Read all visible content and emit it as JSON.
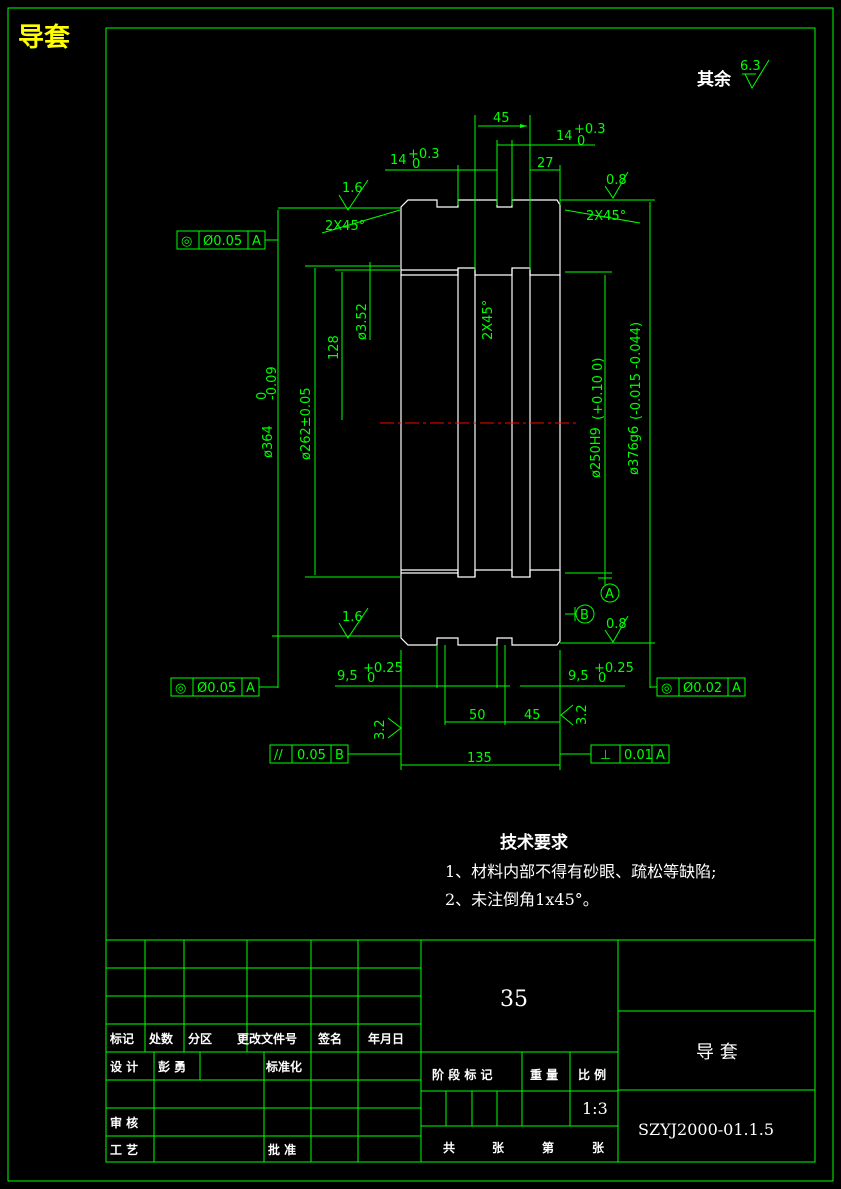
{
  "corner_title": "导套",
  "surface_finish": {
    "label": "其余",
    "value": "6.3"
  },
  "dims": {
    "d45_top": "45",
    "d14_left": "14",
    "d14_left_tol": "+0.3",
    "d14_left_tol2": "0",
    "d14_right": "14",
    "d14_right_tol": "+0.3",
    "d14_right_tol2": "0",
    "d27": "27",
    "rough_top_left": "1.6",
    "rough_top_right": "0.8",
    "chamfer_left": "2X45°",
    "chamfer_right": "2X45°",
    "chamfer_mid": "2X45°",
    "d128": "128",
    "d3_52": "ø3.52",
    "d364": "ø364",
    "d364_tol": "-0.09",
    "d364_tol2": "0",
    "d262": "ø262±0.05",
    "d250": "ø250H9",
    "d250_tol": "(+0.10 0)",
    "d376": "ø376g6",
    "d376_tol": "(-0.015 -0.044)",
    "rough_bot_left": "1.6",
    "rough_bot_right": "0.8",
    "d9_5_left": "9,5",
    "d9_5_left_tol": "+0.25",
    "d9_5_left_tol2": "0",
    "d9_5_right": "9,5",
    "d9_5_right_tol": "+0.25",
    "d9_5_right_tol2": "0",
    "d50": "50",
    "d45_bot": "45",
    "d135": "135",
    "rough_side_left": "3.2",
    "rough_side_right": "3.2",
    "datum_a": "A",
    "datum_b": "B"
  },
  "tolerance_frames": {
    "top_left": {
      "symbol": "◎",
      "value": "Ø0.05",
      "datum": "A"
    },
    "bot_left": {
      "symbol": "◎",
      "value": "Ø0.05",
      "datum": "A"
    },
    "bot_right": {
      "symbol": "◎",
      "value": "Ø0.02",
      "datum": "A"
    },
    "parallel": {
      "symbol": "//",
      "value": "0.05",
      "datum": "B"
    },
    "perpendicular": {
      "symbol": "⊥",
      "value": "0.01",
      "datum": "A"
    }
  },
  "tech_req": {
    "title": "技术要求",
    "items": [
      "1、材料内部不得有砂眼、疏松等缺陷;",
      "2、未注倒角1x45°。"
    ]
  },
  "title_block": {
    "material": "35",
    "part_name": "导  套",
    "drawing_no": "SZYJ2000-01.1.5",
    "scale": "1:3",
    "labels": {
      "mark": "标记",
      "count": "处数",
      "zone": "分区",
      "change_doc": "更改文件号",
      "signature": "签名",
      "date": "年月日",
      "design": "设 计",
      "designer": "彭 勇",
      "standard": "标准化",
      "stage_mark": "阶 段 标 记",
      "weight": "重 量",
      "scale_label": "比 例",
      "review": "审 核",
      "process": "工 艺",
      "approve": "批 准",
      "total": "共",
      "sheets": "张",
      "sheet_no": "第",
      "sheet": "张"
    }
  }
}
